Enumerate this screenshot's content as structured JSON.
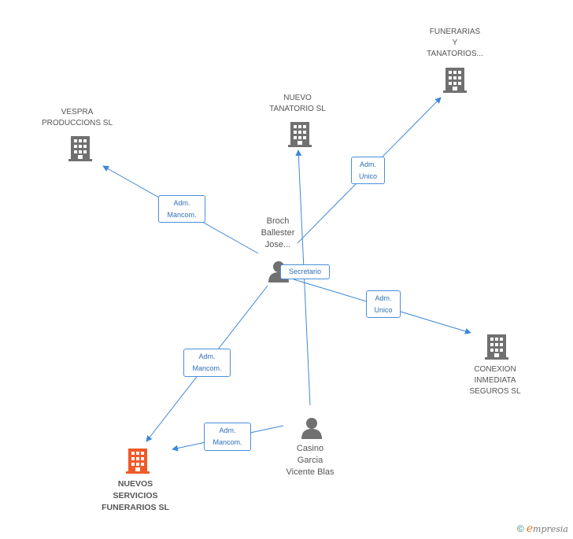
{
  "colors": {
    "edge": "#3d88d8",
    "company": "#707070",
    "main_company": "#f05a28",
    "person": "#707070"
  },
  "nodes": {
    "funerarias": {
      "lines": [
        "FUNERARIAS",
        "Y",
        "TANATORIOS..."
      ],
      "icon": "building-icon"
    },
    "nuevo_tanatorio": {
      "lines": [
        "NUEVO",
        "TANATORIO SL"
      ],
      "icon": "building-icon"
    },
    "vespra": {
      "lines": [
        "VESPRA",
        "PRODUCCIONS SL"
      ],
      "icon": "building-icon"
    },
    "broch": {
      "lines": [
        "Broch",
        "Ballester",
        "Jose..."
      ],
      "icon": "person-icon"
    },
    "conexion": {
      "lines": [
        "CONEXION",
        "INMEDIATA",
        "SEGUROS SL"
      ],
      "icon": "building-icon"
    },
    "casino": {
      "lines": [
        "Casino",
        "Garcia",
        "Vicente Blas"
      ],
      "icon": "person-icon"
    },
    "nuevos_servicios": {
      "lines": [
        "NUEVOS",
        "SERVICIOS",
        "FUNERARIOS SL"
      ],
      "icon": "building-icon"
    }
  },
  "edges": {
    "adm_unico_funerarias": [
      "Adm.",
      "Unico"
    ],
    "adm_mancom_vespra": [
      "Adm.",
      "Mancom."
    ],
    "secretario": [
      "Secretario"
    ],
    "adm_unico_conexion": [
      "Adm.",
      "Unico"
    ],
    "adm_mancom_broch_nuevos": [
      "Adm.",
      "Mancom."
    ],
    "adm_mancom_casino_nuevos": [
      "Adm.",
      "Mancom."
    ]
  },
  "footer": {
    "copyright": "©",
    "brand_initial": "e",
    "brand_rest": "mpresia"
  }
}
